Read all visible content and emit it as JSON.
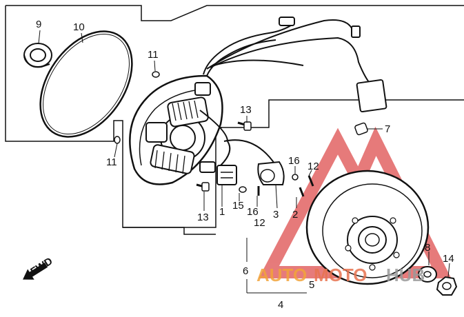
{
  "diagram": {
    "callouts": [
      {
        "id": "c9",
        "text": "9"
      },
      {
        "id": "c10",
        "text": "10"
      },
      {
        "id": "c11a",
        "text": "11"
      },
      {
        "id": "c11b",
        "text": "11"
      },
      {
        "id": "c13a",
        "text": "13"
      },
      {
        "id": "c13b",
        "text": "13"
      },
      {
        "id": "c7",
        "text": "7"
      },
      {
        "id": "c16a",
        "text": "16"
      },
      {
        "id": "c12a",
        "text": "12"
      },
      {
        "id": "c1",
        "text": "1"
      },
      {
        "id": "c15",
        "text": "15"
      },
      {
        "id": "c16b",
        "text": "16"
      },
      {
        "id": "c3",
        "text": "3"
      },
      {
        "id": "c2",
        "text": "2"
      },
      {
        "id": "c12b",
        "text": "12"
      },
      {
        "id": "c6",
        "text": "6"
      },
      {
        "id": "c5",
        "text": "5"
      },
      {
        "id": "c4",
        "text": "4"
      },
      {
        "id": "c8",
        "text": "8"
      },
      {
        "id": "c14",
        "text": "14"
      }
    ],
    "fwd_label": "FWD",
    "watermark": {
      "part1": "AUTO",
      "part2": "MOTO",
      "part3": "HUB",
      "color_primary": "#e8734f",
      "color_secondary": "#f2a43a",
      "color_gray": "#9a9a9a"
    }
  }
}
